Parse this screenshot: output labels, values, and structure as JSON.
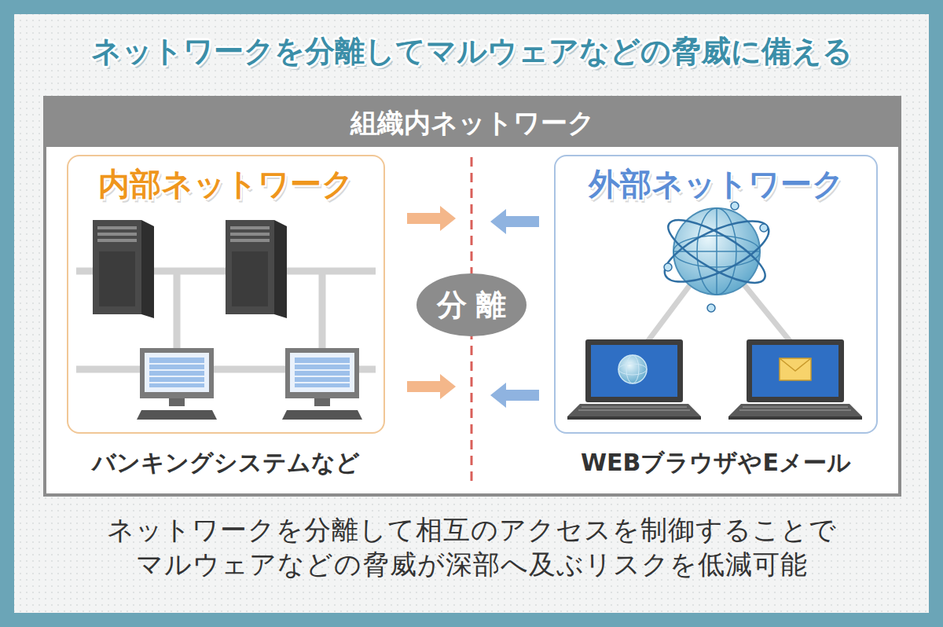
{
  "diagram": {
    "title": "ネットワークを分離してマルウェアなどの脅威に備える",
    "caption": "ネットワークを分離して相互のアクセスを制御することで マルウェアなどの脅威が深部へ及ぶリスクを低減可能",
    "nodes": [
      {
        "text": [
          "組織内ネットワーク"
        ]
      },
      {
        "text": [
          "内部ネットワーク",
          "バンキングシステムなど"
        ],
        "in": 0
      },
      {
        "text": [
          "分離"
        ],
        "in": 0
      },
      {
        "text": [
          "外部ネットワーク",
          "WEBブラウザやEメール"
        ],
        "in": 0
      }
    ]
  }
}
